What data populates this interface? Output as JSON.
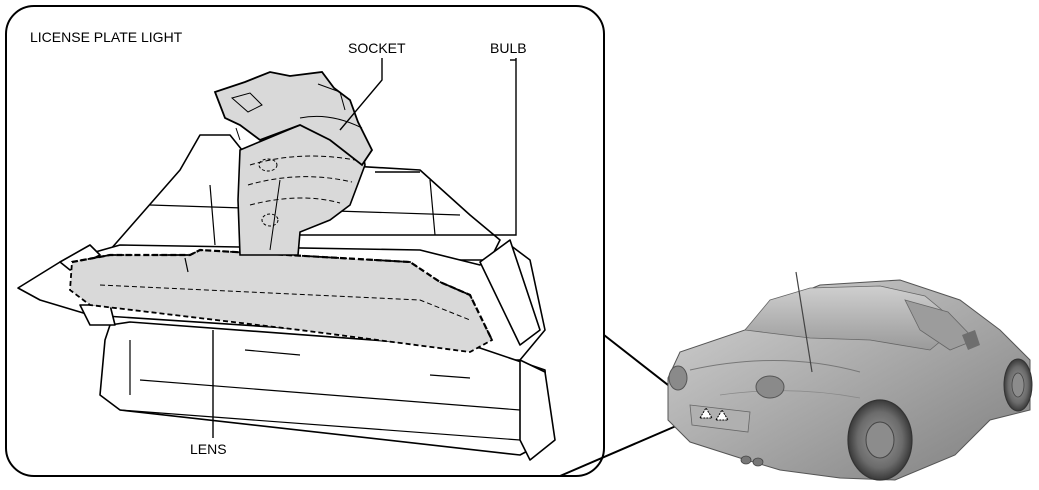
{
  "diagram": {
    "title": "LICENSE PLATE LIGHT",
    "labels": {
      "socket": "SOCKET",
      "bulb": "BULB",
      "lens": "LENS"
    }
  },
  "colors": {
    "outline": "#000000",
    "part_fill": "#d9d9d9",
    "car_body": "#b8b8b8",
    "background": "#ffffff"
  }
}
